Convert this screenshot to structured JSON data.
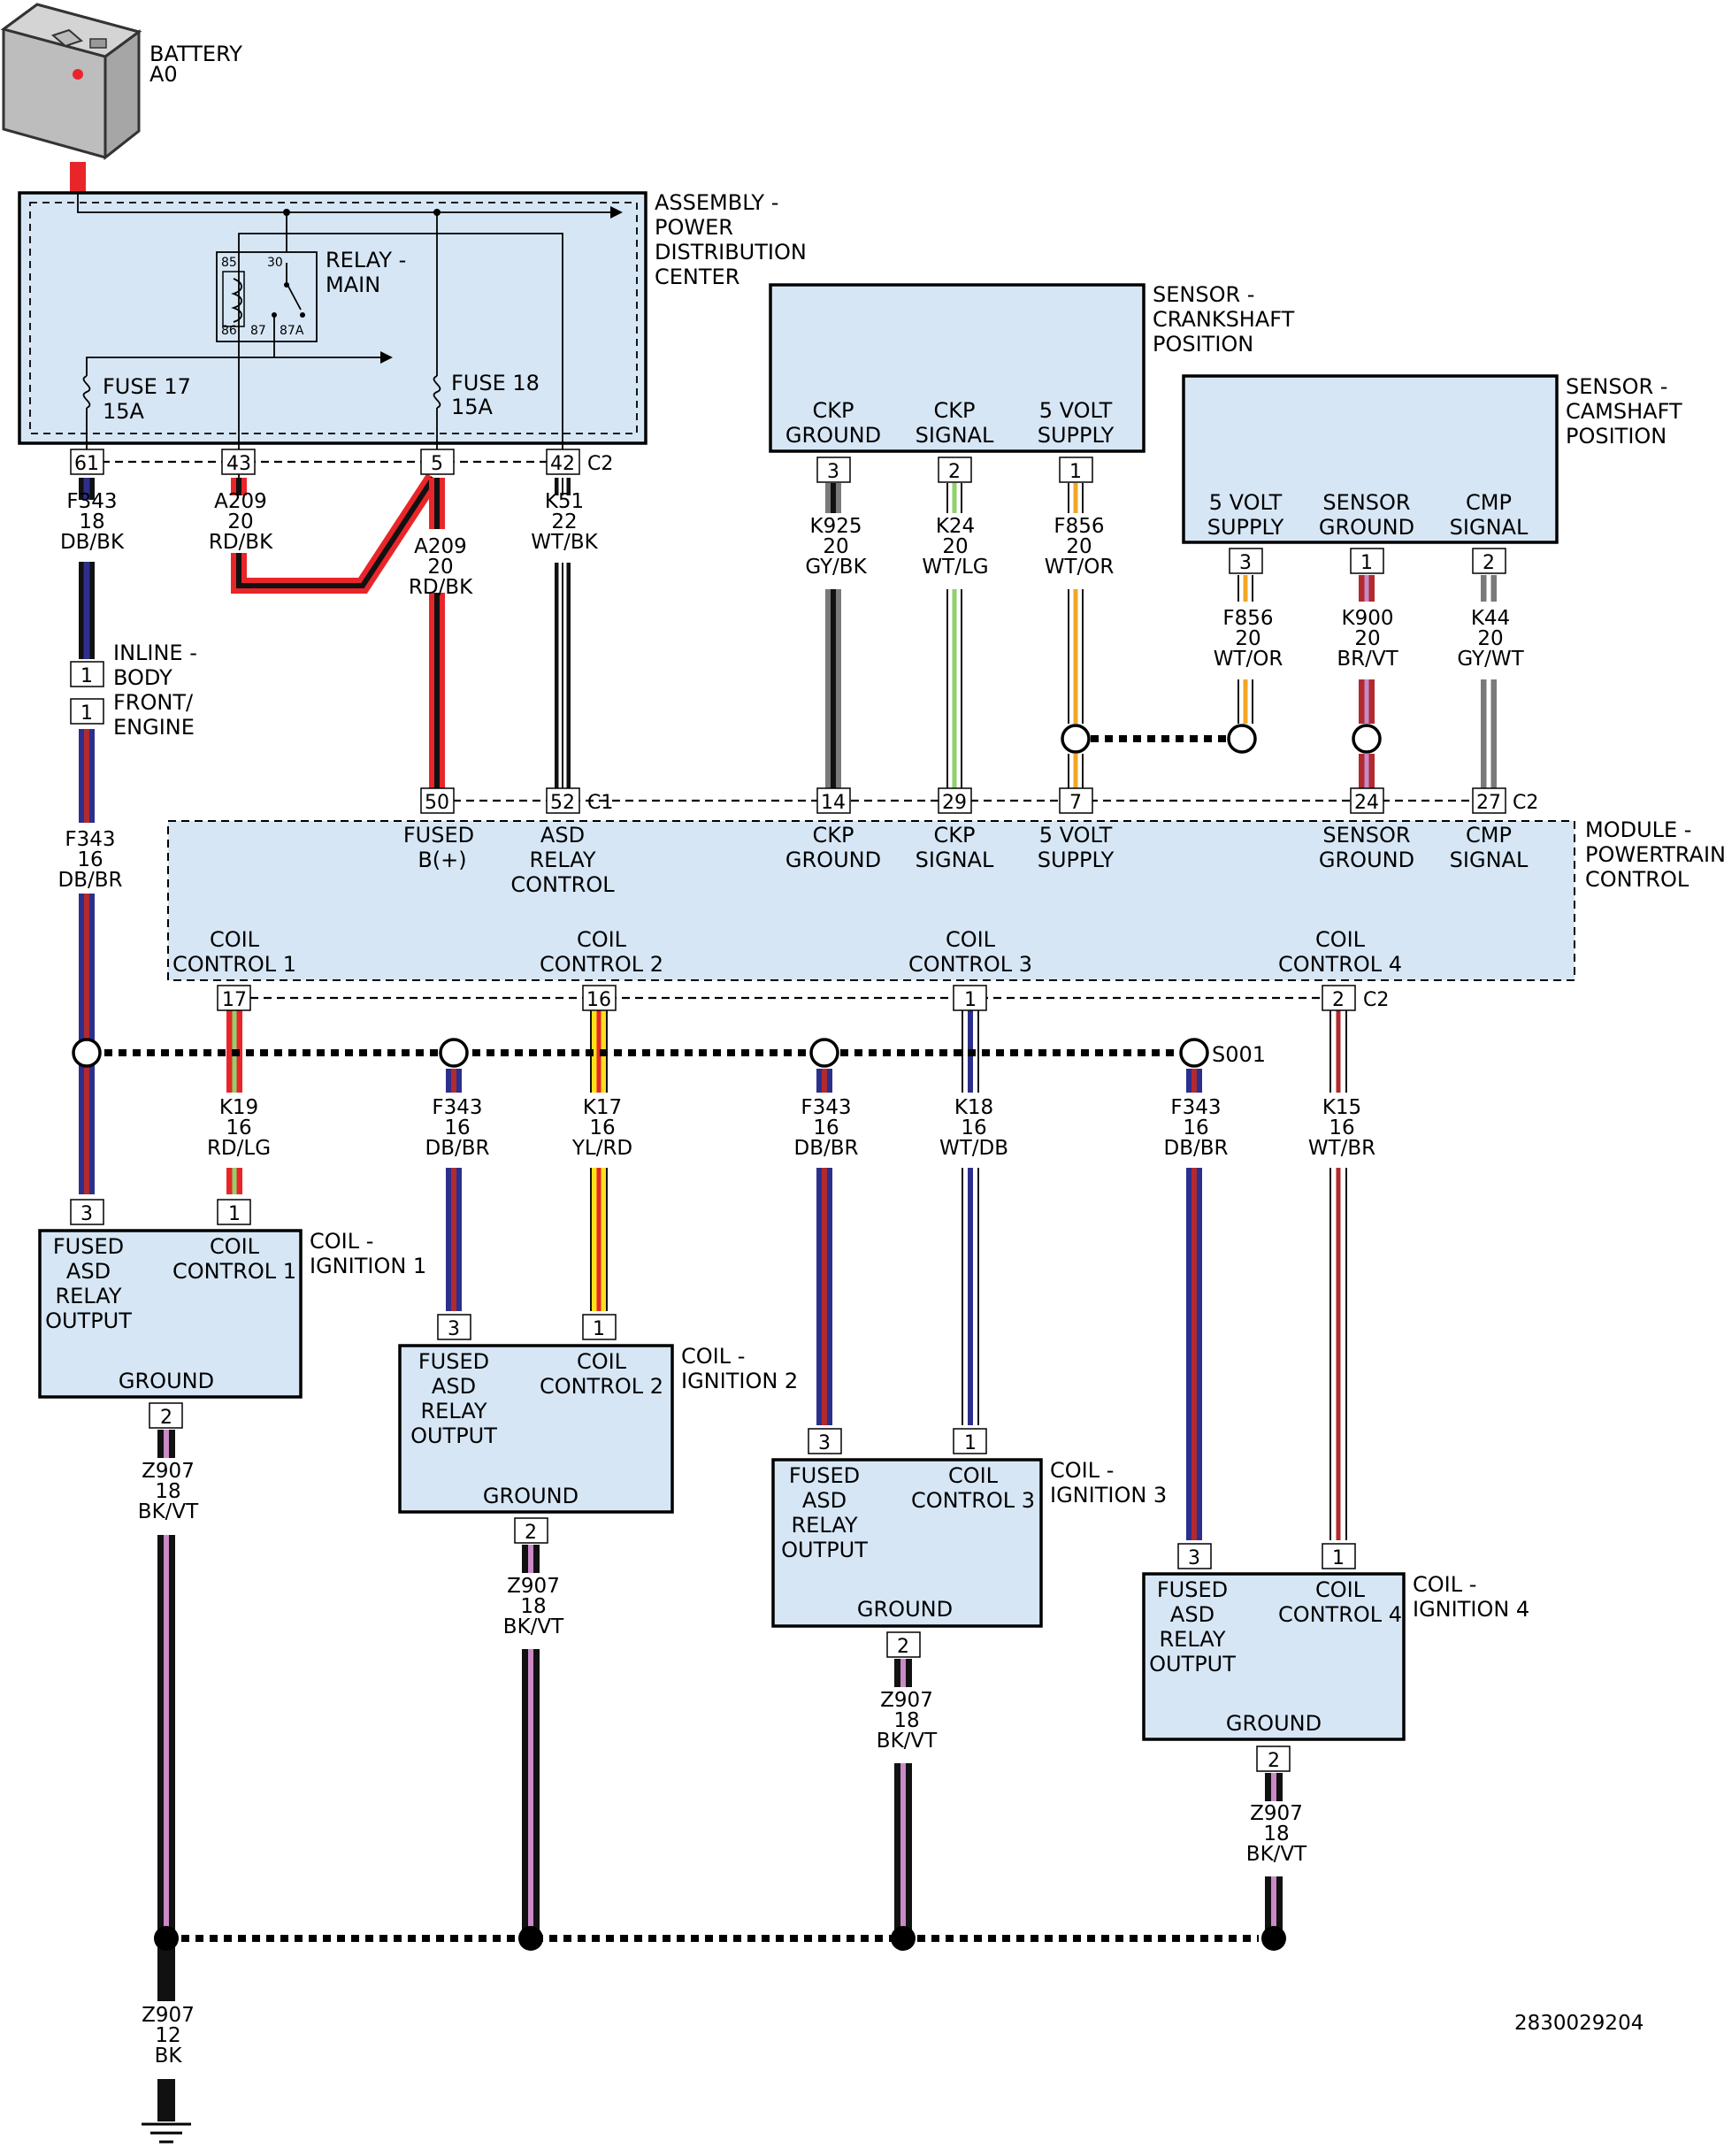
{
  "battery": {
    "label_1": "BATTERY",
    "label_2": "A0"
  },
  "pdc": {
    "label": [
      "ASSEMBLY -",
      "POWER",
      "DISTRIBUTION",
      "CENTER"
    ],
    "relay": {
      "label_1": "RELAY -",
      "label_2": "MAIN",
      "t85": "85",
      "t30": "30",
      "t86": "86",
      "t87": "87",
      "t87a": "87A"
    },
    "fuse17": {
      "label_1": "FUSE 17",
      "label_2": "15A"
    },
    "fuse18": {
      "label_1": "FUSE 18",
      "label_2": "15A"
    },
    "pins": [
      "61",
      "43",
      "5",
      "42"
    ],
    "connector": "C2"
  },
  "ckp_sensor": {
    "label": [
      "SENSOR -",
      "CRANKSHAFT",
      "POSITION"
    ],
    "terminals": [
      [
        "CKP",
        "GROUND"
      ],
      [
        "CKP",
        "SIGNAL"
      ],
      [
        "5 VOLT",
        "SUPPLY"
      ]
    ],
    "pins": [
      "3",
      "2",
      "1"
    ]
  },
  "cmp_sensor": {
    "label": [
      "SENSOR -",
      "CAMSHAFT",
      "POSITION"
    ],
    "terminals": [
      [
        "5 VOLT",
        "SUPPLY"
      ],
      [
        "SENSOR",
        "GROUND"
      ],
      [
        "CMP",
        "SIGNAL"
      ]
    ],
    "pins": [
      "3",
      "1",
      "2"
    ]
  },
  "wires": {
    "f343_18": [
      "F343",
      "18",
      "DB/BK"
    ],
    "a209_left": [
      "A209",
      "20",
      "RD/BK"
    ],
    "a209_right": [
      "A209",
      "20",
      "RD/BK"
    ],
    "k51": [
      "K51",
      "22",
      "WT/BK"
    ],
    "k925": [
      "K925",
      "20",
      "GY/BK"
    ],
    "k24": [
      "K24",
      "20",
      "WT/LG"
    ],
    "f856_ckp": [
      "F856",
      "20",
      "WT/OR"
    ],
    "f856_cmp": [
      "F856",
      "20",
      "WT/OR"
    ],
    "k900": [
      "K900",
      "20",
      "BR/VT"
    ],
    "k44": [
      "K44",
      "20",
      "GY/WT"
    ],
    "f343_16": [
      "F343",
      "16",
      "DB/BR"
    ],
    "k19": [
      "K19",
      "16",
      "RD/LG"
    ],
    "f343_c2": [
      "F343",
      "16",
      "DB/BR"
    ],
    "k17": [
      "K17",
      "16",
      "YL/RD"
    ],
    "f343_c3": [
      "F343",
      "16",
      "DB/BR"
    ],
    "k18": [
      "K18",
      "16",
      "WT/DB"
    ],
    "f343_c4": [
      "F343",
      "16",
      "DB/BR"
    ],
    "k15": [
      "K15",
      "16",
      "WT/BR"
    ],
    "z907_1": [
      "Z907",
      "18",
      "BK/VT"
    ],
    "z907_2": [
      "Z907",
      "18",
      "BK/VT"
    ],
    "z907_3": [
      "Z907",
      "18",
      "BK/VT"
    ],
    "z907_4": [
      "Z907",
      "18",
      "BK/VT"
    ],
    "z907_main": [
      "Z907",
      "12",
      "BK"
    ]
  },
  "inline": {
    "label": [
      "INLINE -",
      "BODY",
      "FRONT/",
      "ENGINE"
    ],
    "pin_top": "1",
    "pin_bottom": "1"
  },
  "pcm": {
    "label": [
      "MODULE -",
      "POWERTRAIN",
      "CONTROL"
    ],
    "c1_connector": "C1",
    "c1_connector_right": "C2",
    "c2_connector": "C2",
    "c1_pins": [
      "50",
      "52",
      "14",
      "29",
      "7",
      "24",
      "27"
    ],
    "top_terminals": [
      [
        "FUSED",
        "B(+)"
      ],
      [
        "ASD",
        "RELAY",
        "CONTROL"
      ],
      [
        "CKP",
        "GROUND"
      ],
      [
        "CKP",
        "SIGNAL"
      ],
      [
        "5 VOLT",
        "SUPPLY"
      ],
      [
        "SENSOR",
        "GROUND"
      ],
      [
        "CMP",
        "SIGNAL"
      ]
    ],
    "bottom_terminals": [
      [
        "COIL",
        "CONTROL 1"
      ],
      [
        "COIL",
        "CONTROL 2"
      ],
      [
        "COIL",
        "CONTROL 3"
      ],
      [
        "COIL",
        "CONTROL 4"
      ]
    ],
    "c2_pins": [
      "17",
      "16",
      "1",
      "2"
    ]
  },
  "splice": {
    "label": "S001"
  },
  "coils": [
    {
      "label": [
        "COIL -",
        "IGNITION 1"
      ],
      "left": [
        "FUSED",
        "ASD",
        "RELAY",
        "OUTPUT"
      ],
      "right": [
        "COIL",
        "CONTROL 1"
      ],
      "ground": "GROUND",
      "pin_a": "3",
      "pin_b": "1",
      "pin_g": "2"
    },
    {
      "label": [
        "COIL -",
        "IGNITION 2"
      ],
      "left": [
        "FUSED",
        "ASD",
        "RELAY",
        "OUTPUT"
      ],
      "right": [
        "COIL",
        "CONTROL 2"
      ],
      "ground": "GROUND",
      "pin_a": "3",
      "pin_b": "1",
      "pin_g": "2"
    },
    {
      "label": [
        "COIL -",
        "IGNITION 3"
      ],
      "left": [
        "FUSED",
        "ASD",
        "RELAY",
        "OUTPUT"
      ],
      "right": [
        "COIL",
        "CONTROL 3"
      ],
      "ground": "GROUND",
      "pin_a": "3",
      "pin_b": "1",
      "pin_g": "2"
    },
    {
      "label": [
        "COIL -",
        "IGNITION 4"
      ],
      "left": [
        "FUSED",
        "ASD",
        "RELAY",
        "OUTPUT"
      ],
      "right": [
        "COIL",
        "CONTROL 4"
      ],
      "ground": "GROUND",
      "pin_a": "3",
      "pin_b": "1",
      "pin_g": "2"
    }
  ],
  "diagram_id": "2830029204",
  "colors": {
    "red": "#e8262a",
    "black": "#111111",
    "navy": "#2d2f8c",
    "darkred": "#b02a30",
    "gray": "#7a7a7a",
    "lightgreen": "#8fd26b",
    "orange": "#f4a623",
    "yellow": "#ffe11a",
    "violet": "#c98ac6",
    "box_fill": "#d6e6f5"
  }
}
